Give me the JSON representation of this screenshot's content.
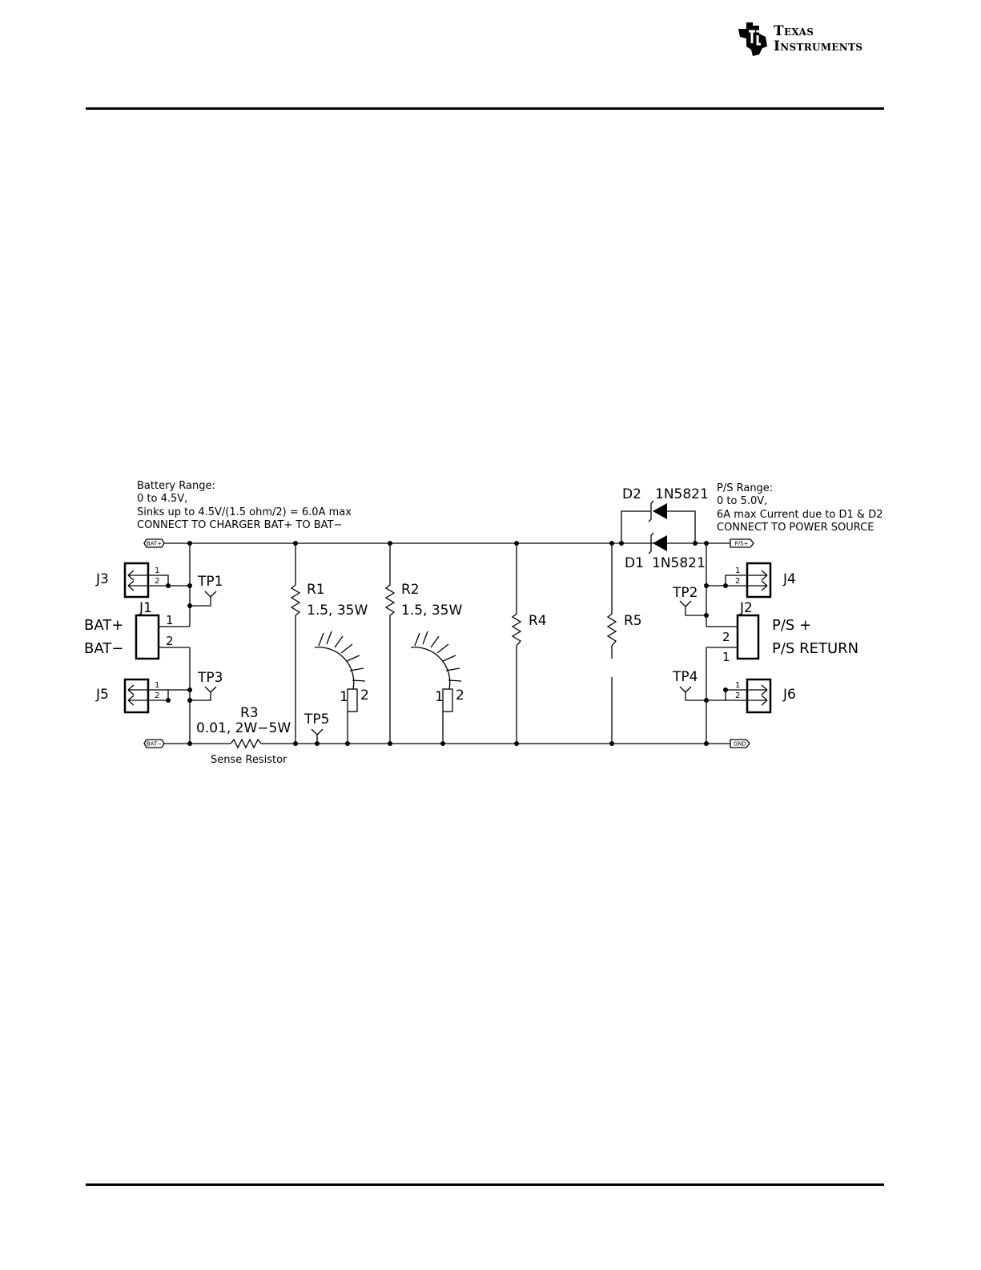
{
  "header": {
    "logo_line1": "Texas",
    "logo_line2": "Instruments"
  },
  "notes": {
    "battery": [
      "Battery Range:",
      "0 to 4.5V,",
      "Sinks up to 4.5V/(1.5 ohm/2) = 6.0A max",
      "CONNECT TO CHARGER BAT+ TO BAT−"
    ],
    "ps": [
      "P/S Range:",
      "0 to 5.0V,",
      "6A max Current due to D1 & D2",
      "CONNECT TO POWER SOURCE"
    ]
  },
  "net_flags": {
    "bat_plus": "BAT+",
    "bat_minus": "BAT−",
    "ps_plus": "P/S+",
    "gnd": "GND"
  },
  "components": {
    "J1": {
      "ref": "J1",
      "label_top": "BAT+",
      "label_bottom": "BAT−",
      "pin1": "1",
      "pin2": "2"
    },
    "J2": {
      "ref": "J2",
      "label_top": "P/S +",
      "label_bottom": "P/S RETURN",
      "pin_top": "2",
      "pin_bottom": "1"
    },
    "J3": {
      "ref": "J3",
      "pin1": "1",
      "pin2": "2"
    },
    "J4": {
      "ref": "J4",
      "pin1": "1",
      "pin2": "2"
    },
    "J5": {
      "ref": "J5",
      "pin1": "1",
      "pin2": "2"
    },
    "J6": {
      "ref": "J6",
      "pin1": "1",
      "pin2": "2"
    },
    "R1": {
      "ref": "R1",
      "value": "1.5, 35W",
      "pin1": "1",
      "pin2": "2"
    },
    "R2": {
      "ref": "R2",
      "value": "1.5, 35W",
      "pin1": "1",
      "pin2": "2"
    },
    "R3": {
      "ref": "R3",
      "value": "0.01, 2W−5W",
      "desc": "Sense Resistor"
    },
    "R4": {
      "ref": "R4"
    },
    "R5": {
      "ref": "R5"
    },
    "D1": {
      "ref": "D1",
      "part": "1N5821"
    },
    "D2": {
      "ref": "D2",
      "part": "1N5821"
    },
    "TP1": {
      "ref": "TP1"
    },
    "TP2": {
      "ref": "TP2"
    },
    "TP3": {
      "ref": "TP3"
    },
    "TP4": {
      "ref": "TP4"
    },
    "TP5": {
      "ref": "TP5"
    }
  }
}
